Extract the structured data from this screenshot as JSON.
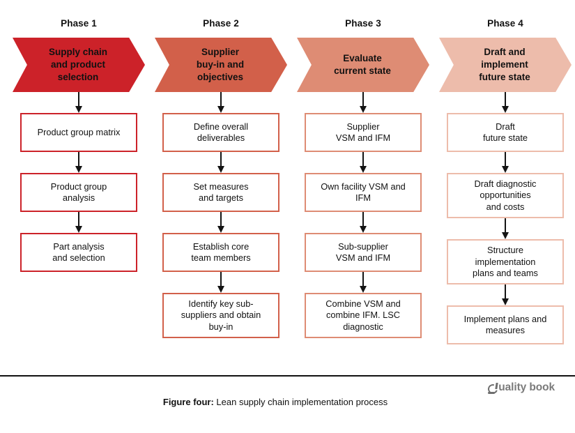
{
  "figure": {
    "caption_label": "Figure four:",
    "caption_text": " Lean supply chain implementation process",
    "brand_text": "uality book",
    "brand_full": "Quality book"
  },
  "colors": {
    "phase1": "#CC2229",
    "phase2": "#D2604A",
    "phase3": "#DE8C74",
    "phase4": "#EDBCAB",
    "arrow": "#141414",
    "box_bg": "#FFFFFF",
    "divider": "#111111",
    "brand": "#7B7B7B"
  },
  "phases": [
    {
      "label": "Phase 1",
      "banner": "Supply chain\nand product\nselection",
      "color": "#CC2229",
      "steps": [
        "Product group matrix",
        "Product group\nanalysis",
        "Part analysis\nand selection"
      ]
    },
    {
      "label": "Phase 2",
      "banner": "Supplier\nbuy-in and\nobjectives",
      "color": "#D2604A",
      "steps": [
        "Define overall\ndeliverables",
        "Set measures\nand targets",
        "Establish core\nteam members",
        "Identify key sub-\nsuppliers and obtain\nbuy-in"
      ]
    },
    {
      "label": "Phase 3",
      "banner": "Evaluate\ncurrent state",
      "color": "#DE8C74",
      "steps": [
        "Supplier\nVSM and IFM",
        "Own facility VSM and\nIFM",
        "Sub-supplier\nVSM and IFM",
        "Combine VSM and\ncombine IFM. LSC\ndiagnostic"
      ]
    },
    {
      "label": "Phase 4",
      "banner": "Draft and\nimplement\nfuture state",
      "color": "#EDBCAB",
      "steps": [
        "Draft\nfuture state",
        "Draft diagnostic\nopportunities\nand costs",
        "Structure\nimplementation\nplans and teams",
        "Implement plans and\nmeasures"
      ]
    }
  ]
}
